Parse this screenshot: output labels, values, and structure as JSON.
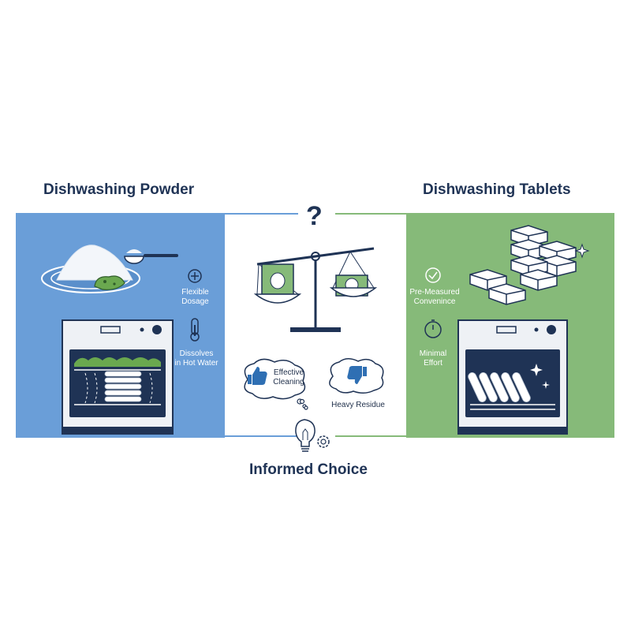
{
  "titles": {
    "left": "Dishwashing Powder",
    "right": "Dishwashing Tablets",
    "bottom": "Informed Choice",
    "question_mark": "?"
  },
  "powder": {
    "feature_1": {
      "icon": "plus-circle-icon",
      "line1": "Flexible",
      "line2": "Dosage"
    },
    "feature_2": {
      "icon": "thermometer-icon",
      "line1": "Dissolves",
      "line2": "in Hot Water"
    }
  },
  "tablets": {
    "feature_1": {
      "icon": "check-circle-icon",
      "line1": "Pre-Measured",
      "line2": "Convenince"
    },
    "feature_2": {
      "icon": "stopwatch-icon",
      "line1": "Minimal",
      "line2": "Effort"
    }
  },
  "middle": {
    "pro": {
      "icon": "thumbs-up-icon",
      "line1": "Effective",
      "line2": "Cleaning"
    },
    "con": {
      "icon": "thumbs-down-icon",
      "line1": "Heavy Residue"
    }
  },
  "colors": {
    "powder_panel": "#6a9ed8",
    "tablets_panel": "#86ba79",
    "navy": "#1f3355",
    "residue_green": "#6aa84f"
  }
}
